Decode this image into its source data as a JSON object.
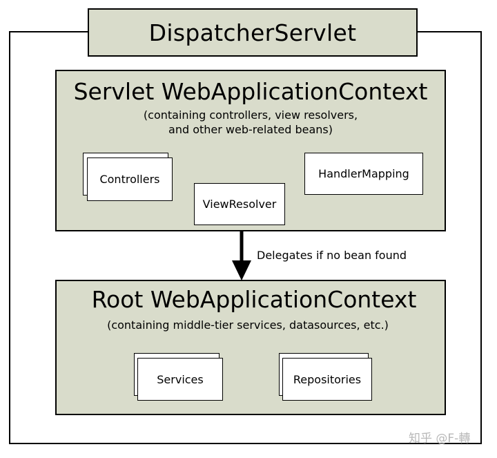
{
  "dispatcher": {
    "title": "DispatcherServlet"
  },
  "servlet_context": {
    "title": "Servlet WebApplicationContext",
    "subtitle_line1": "(containing controllers, view resolvers,",
    "subtitle_line2": "and other web-related beans)",
    "beans": {
      "controllers": "Controllers",
      "view_resolver": "ViewResolver",
      "handler_mapping": "HandlerMapping"
    }
  },
  "arrow": {
    "label": "Delegates if no bean found"
  },
  "root_context": {
    "title": "Root WebApplicationContext",
    "subtitle": "(containing middle-tier services, datasources, etc.)",
    "beans": {
      "services": "Services",
      "repositories": "Repositories"
    }
  },
  "watermark": {
    "text": "知乎 @F-轉"
  },
  "colors": {
    "context_fill": "#d9dccb",
    "border": "#000000",
    "watermark": "#b8b8b8"
  }
}
